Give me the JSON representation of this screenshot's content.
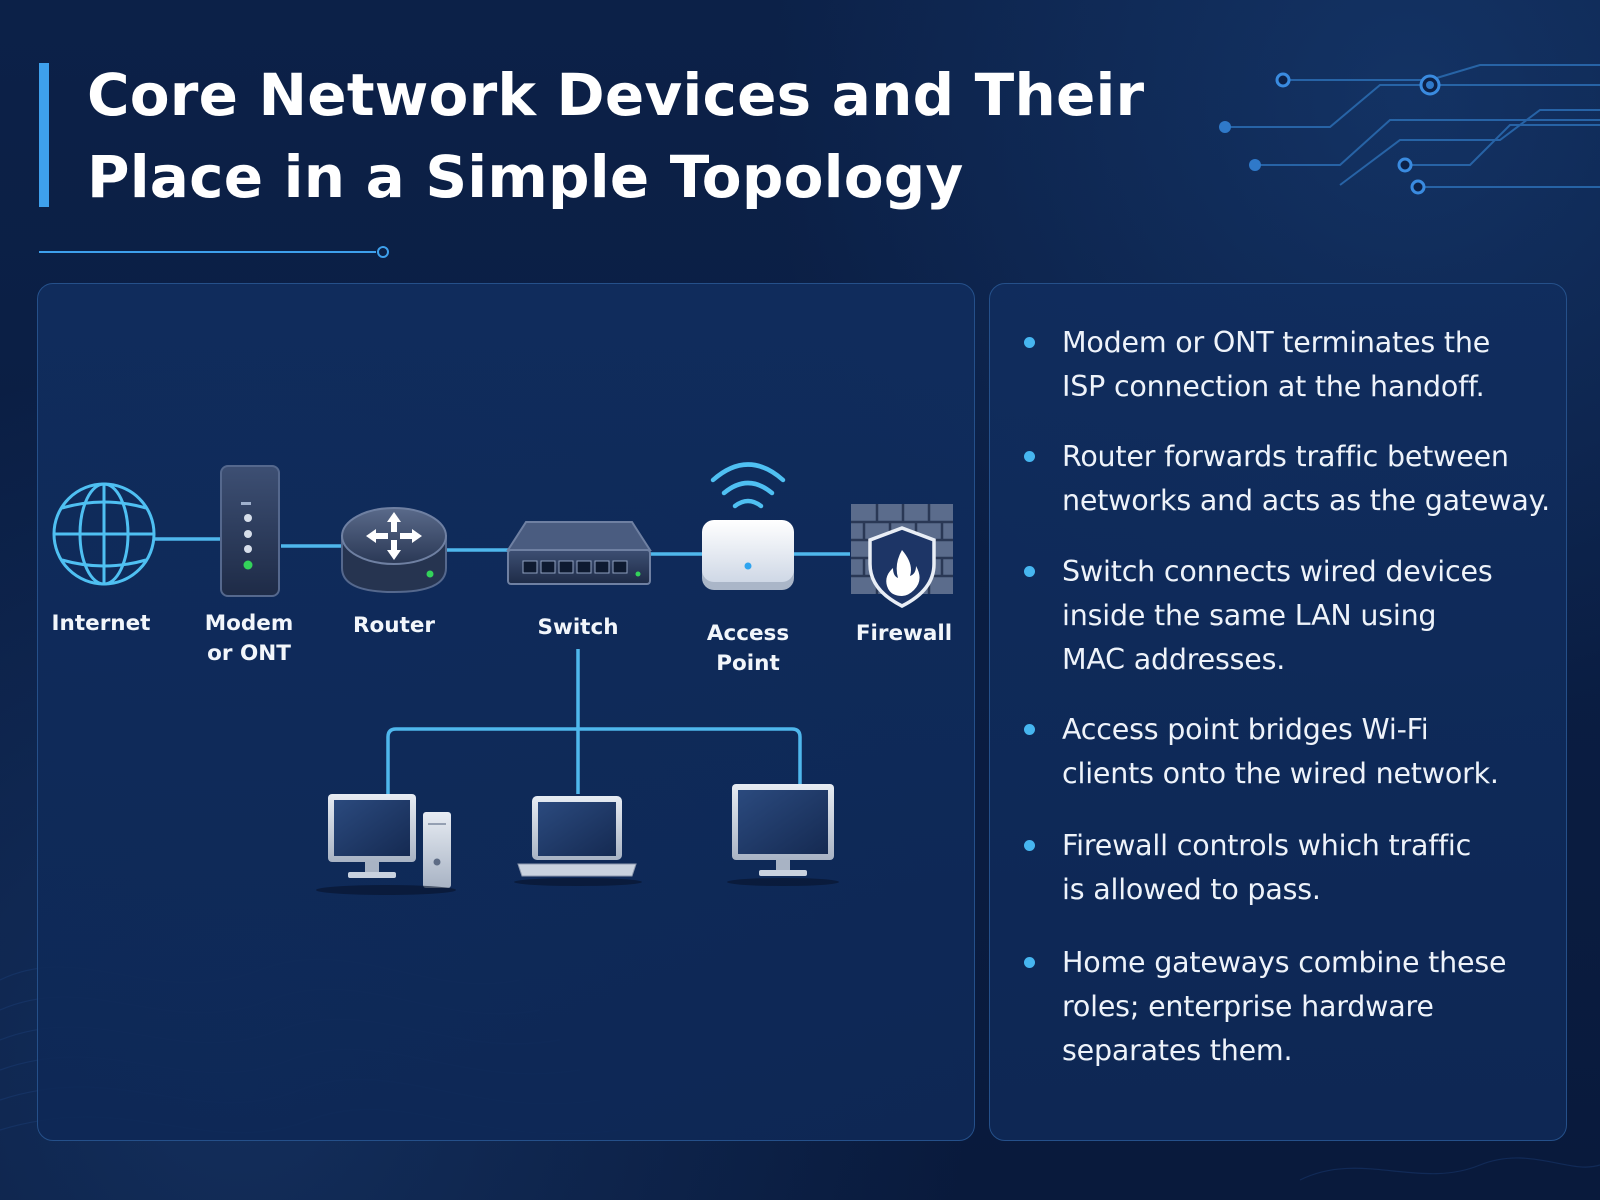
{
  "title": {
    "line1": "Core Network Devices and Their",
    "line2": "Place in a Simple Topology"
  },
  "colors": {
    "background": "#0b1f45",
    "accent": "#3ea0ec",
    "link": "#4fb7ec",
    "panel_border": "#25508a",
    "status_led": "#33d35a"
  },
  "diagram": {
    "nodes": [
      {
        "id": "internet",
        "icon": "globe-icon",
        "label_lines": [
          "Internet"
        ]
      },
      {
        "id": "modem",
        "icon": "modem-icon",
        "label_lines": [
          "Modem",
          "or ONT"
        ]
      },
      {
        "id": "router",
        "icon": "router-icon",
        "label_lines": [
          "Router"
        ]
      },
      {
        "id": "switch",
        "icon": "switch-icon",
        "label_lines": [
          "Switch"
        ]
      },
      {
        "id": "access-point",
        "icon": "access-point-icon",
        "label_lines": [
          "Access",
          "Point"
        ]
      },
      {
        "id": "firewall",
        "icon": "firewall-icon",
        "label_lines": [
          "Firewall"
        ]
      }
    ],
    "clients": [
      {
        "id": "desktop-pc",
        "icon": "desktop-pc-icon"
      },
      {
        "id": "laptop",
        "icon": "laptop-icon"
      },
      {
        "id": "monitor",
        "icon": "monitor-icon"
      }
    ],
    "links": [
      [
        "internet",
        "modem"
      ],
      [
        "modem",
        "router"
      ],
      [
        "router",
        "switch"
      ],
      [
        "switch",
        "access-point"
      ],
      [
        "access-point",
        "firewall"
      ],
      [
        "switch",
        "desktop-pc"
      ],
      [
        "switch",
        "laptop"
      ],
      [
        "switch",
        "monitor"
      ]
    ]
  },
  "notes": [
    {
      "lines": [
        "Modem or ONT terminates the",
        "ISP connection at the handoff."
      ]
    },
    {
      "lines": [
        "Router forwards traffic between",
        "networks and acts as the gateway."
      ]
    },
    {
      "lines": [
        "Switch connects wired devices",
        "inside the same LAN using",
        "MAC addresses."
      ]
    },
    {
      "lines": [
        "Access point bridges Wi-Fi",
        "clients onto the wired network."
      ]
    },
    {
      "lines": [
        "Firewall controls which traffic",
        "is allowed to pass."
      ]
    },
    {
      "lines": [
        "Home gateways combine these",
        "roles; enterprise hardware",
        "separates them."
      ]
    }
  ]
}
